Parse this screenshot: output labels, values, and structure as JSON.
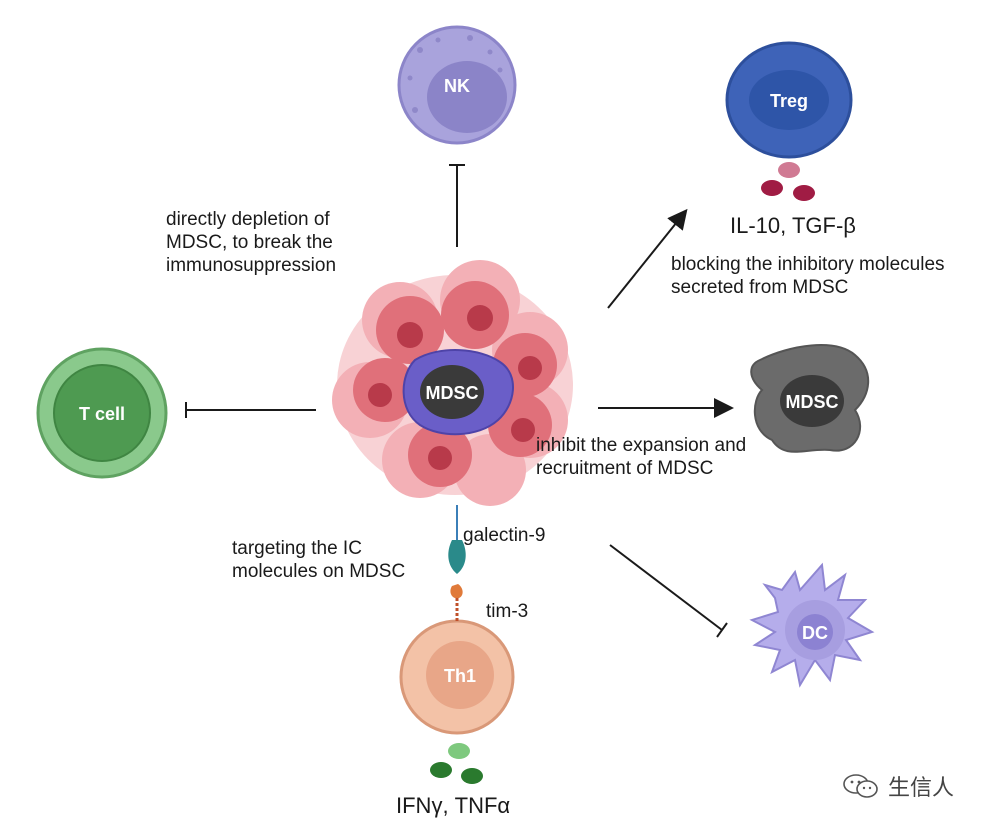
{
  "cells": {
    "center": "MDSC",
    "nk": "NK",
    "treg": "Treg",
    "t_cell": "T cell",
    "mdsc_right": "MDSC",
    "dc": "DC",
    "th1": "Th1"
  },
  "annotations": {
    "depletion": [
      "directly depletion of",
      "MDSC, to break the",
      "immunosuppression"
    ],
    "blocking": [
      "blocking the inhibitory molecules",
      "secreted from MDSC"
    ],
    "inhibit": [
      "inhibit the expansion and",
      "recruitment of MDSC"
    ],
    "targeting": [
      "targeting the IC",
      "molecules on MDSC"
    ],
    "galectin": "galectin-9",
    "tim3": "tim-3",
    "treg_molecules": "IL-10, TGF-β",
    "th1_molecules": "IFNγ, TNFα"
  },
  "watermark": "生信人",
  "colors": {
    "mdsc_cluster": "#e0707a",
    "nk": "#a9a3dc",
    "treg": "#3e63b8",
    "t_cell": "#7cbd7e",
    "mdsc_grey": "#6b6b6b",
    "dc": "#a79ee0",
    "th1": "#f0b596"
  }
}
